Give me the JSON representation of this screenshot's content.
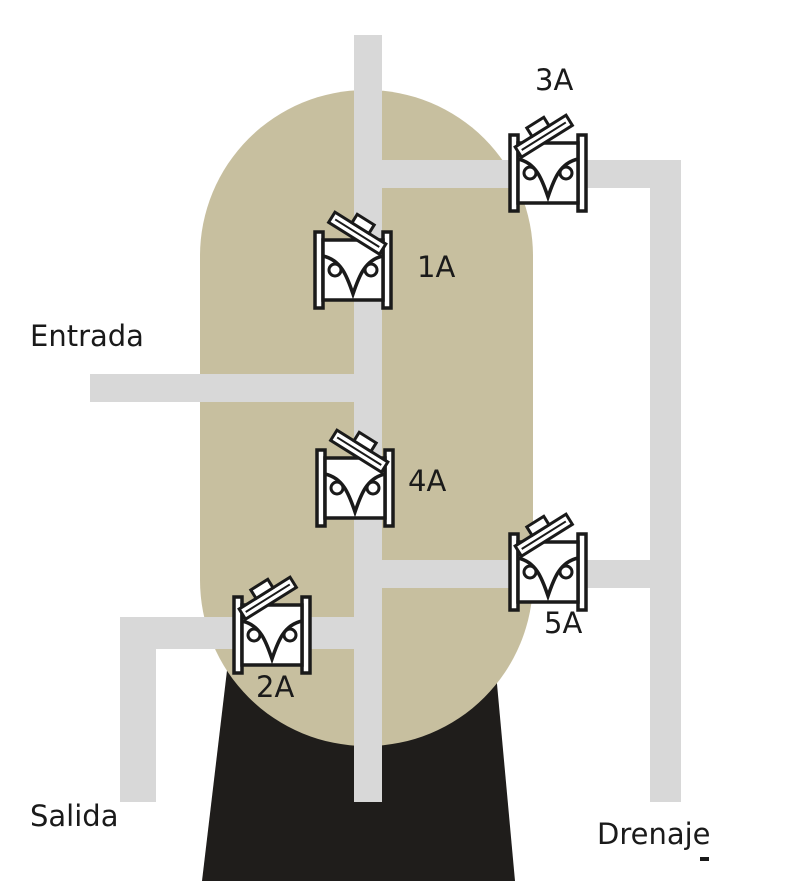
{
  "labels": {
    "entrada": "Entrada",
    "salida": "Salida",
    "drenaje": "Drenaje"
  },
  "valves": {
    "v1": "1A",
    "v2": "2A",
    "v3": "3A",
    "v4": "4A",
    "v5": "5A"
  },
  "colors": {
    "tank": "#c7bf9f",
    "stand": "#1f1d1b",
    "pipe": "#d8d8d8",
    "valve_outline": "#1a1a1a",
    "valve_fill": "#ffffff"
  }
}
